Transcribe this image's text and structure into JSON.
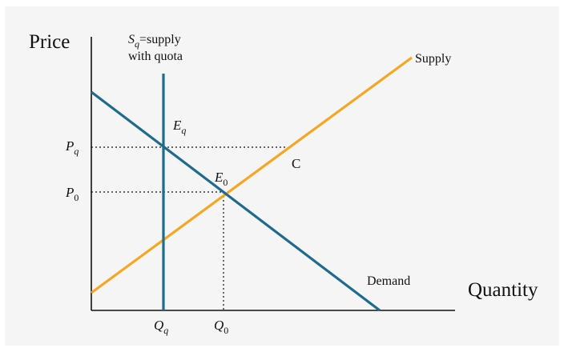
{
  "colors": {
    "demand": "#1f6b8e",
    "supply": "#f5a623",
    "axis": "#111111",
    "background": "#f5f5f5"
  },
  "axes": {
    "y_label": "Price",
    "x_label": "Quantity"
  },
  "curves": {
    "supply": "Supply",
    "demand": "Demand",
    "quota_line": {
      "main": "S",
      "sub": "q",
      "rest": "=supply",
      "line2": "with quota"
    }
  },
  "points": {
    "eq": {
      "main": "E",
      "sub": "q"
    },
    "e0": {
      "main": "E",
      "sub": "0"
    },
    "c": "C"
  },
  "price_ticks": {
    "pq": {
      "main": "P",
      "sub": "q"
    },
    "p0": {
      "main": "P",
      "sub": "0"
    }
  },
  "quantity_ticks": {
    "qq": {
      "main": "Q",
      "sub": "q"
    },
    "q0": {
      "main": "Q",
      "sub": "0"
    }
  }
}
